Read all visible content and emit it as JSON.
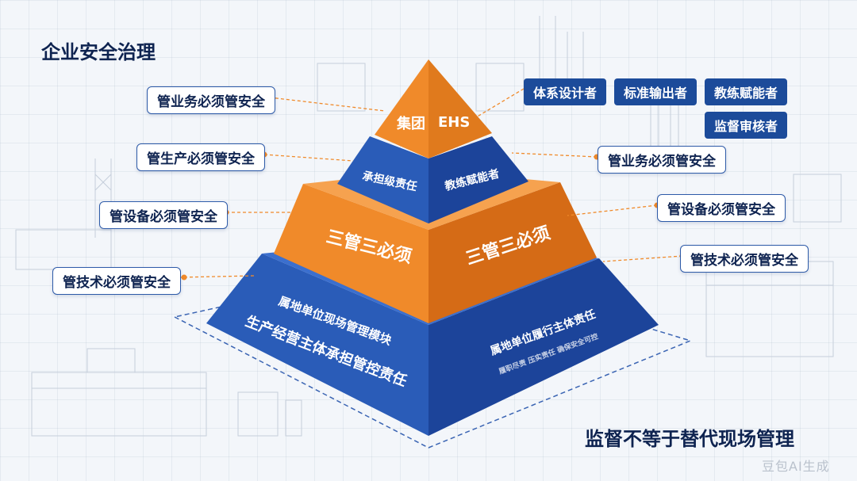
{
  "title": "企业安全治理",
  "footer": "监督不等于替代现场管理",
  "watermark": "豆包AI生成",
  "left_boxes": [
    "管业务必须管安全",
    "管生产必须管安全",
    "管设备必须管安全",
    "管技术必须管安全"
  ],
  "right_boxes": [
    "管业务必须管安全",
    "管设备必须管安全",
    "管技术必须管安全"
  ],
  "roles": [
    "体系设计者",
    "标准输出者",
    "教练赋能者",
    "监督审核者"
  ],
  "pyramid": {
    "top_left": "集团",
    "top_right": "EHS",
    "tier2_left": "承担级责任",
    "tier2_right": "教练赋能者",
    "tier3_left": "三管三必须",
    "tier3_right": "三管三必须",
    "base_left_line1": "属地单位现场管理模块",
    "base_left_line2": "生产经营主体承担管控责任",
    "base_right_line1": "属地单位履行主体责任",
    "base_right_line2": "履职尽责 压实责任 确保安全可控"
  },
  "colors": {
    "orange": "#f08a2a",
    "orange_dark": "#d56b16",
    "blue": "#2a5cb8",
    "blue_dark": "#1c449a",
    "navy": "#0e2350"
  }
}
